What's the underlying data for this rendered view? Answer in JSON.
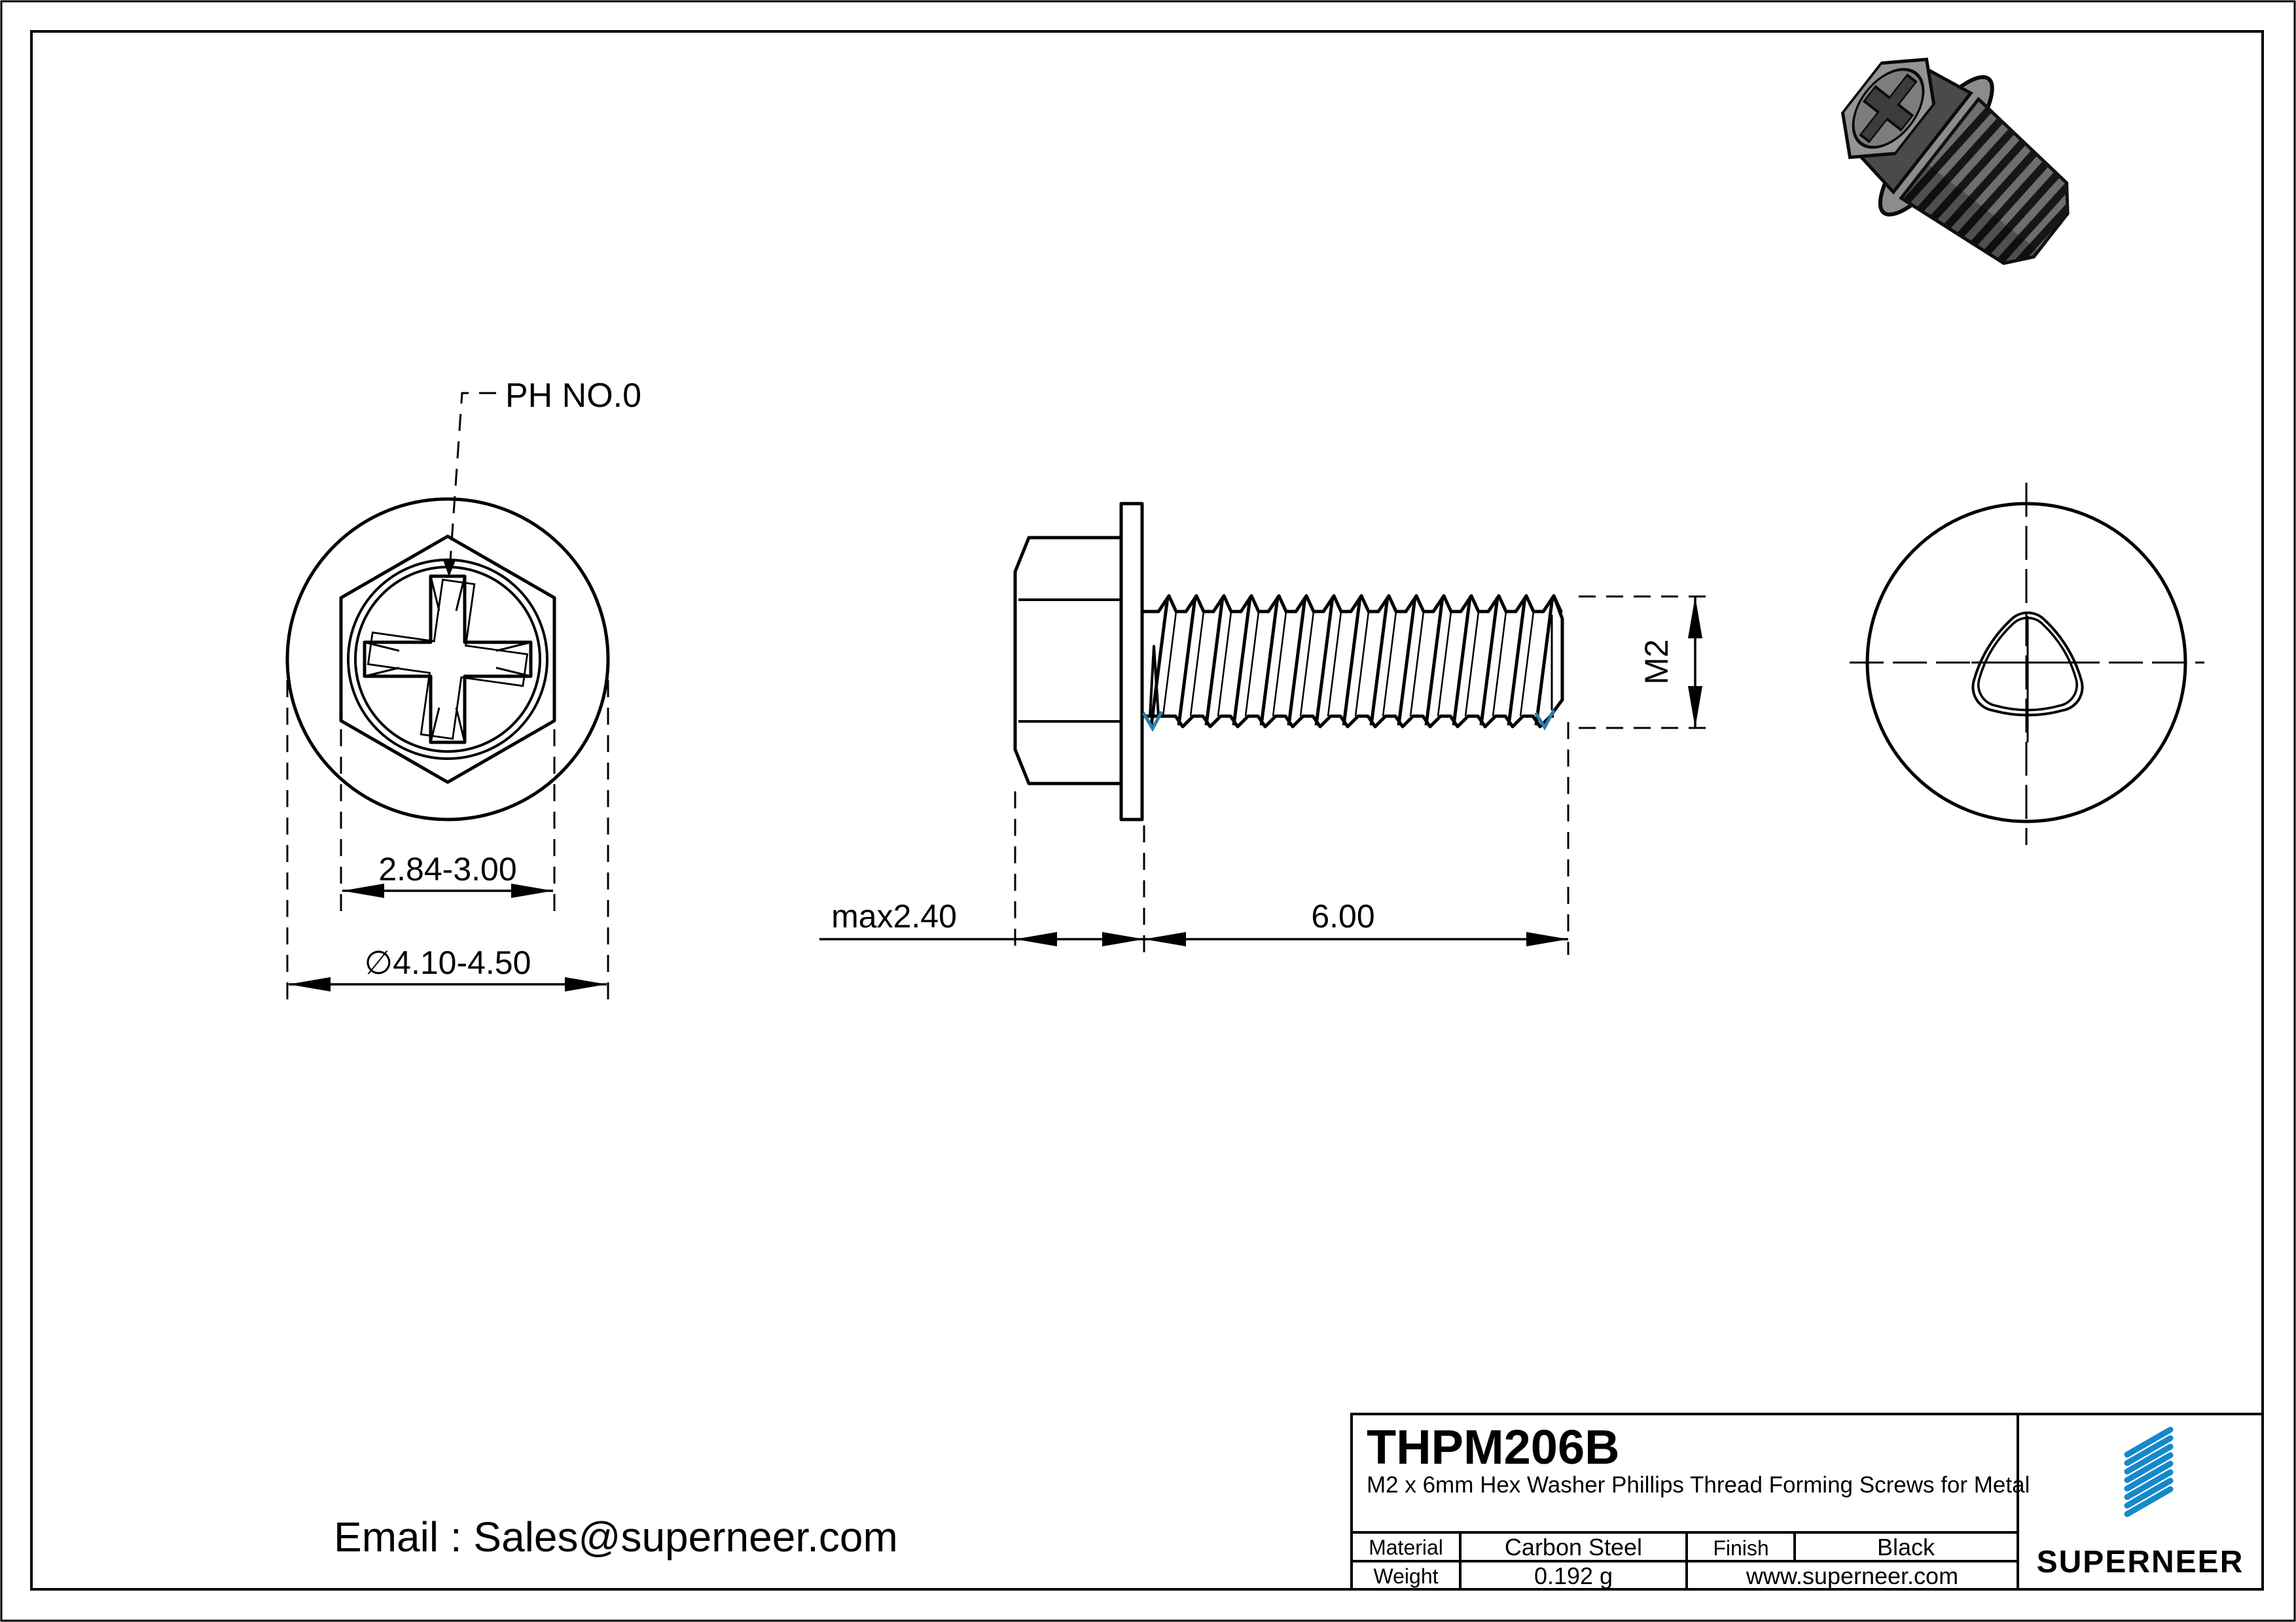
{
  "drawing": {
    "ph_label": "PH NO.0",
    "dim_hex_af": "2.84-3.00",
    "dim_washer_dia": "∅4.10-4.50",
    "dim_head_height": "max2.40",
    "dim_thread_length": "6.00",
    "dim_thread_size": "M2"
  },
  "title_block": {
    "part_number": "THPM206B",
    "description": "M2 x 6mm Hex Washer Phillips Thread Forming Screws for Metal",
    "material_label": "Material",
    "material_value": "Carbon Steel",
    "finish_label": "Finish",
    "finish_value": "Black",
    "weight_label": "Weight",
    "weight_value": "0.192 g",
    "website": "www.superneer.com",
    "brand": "SUPERNEER"
  },
  "footer": {
    "email": "Email : Sales@superneer.com"
  },
  "colors": {
    "brand_blue": "#1589c8",
    "link_blue": "#1e88d8",
    "thread_mark_blue": "#2e7dad"
  }
}
